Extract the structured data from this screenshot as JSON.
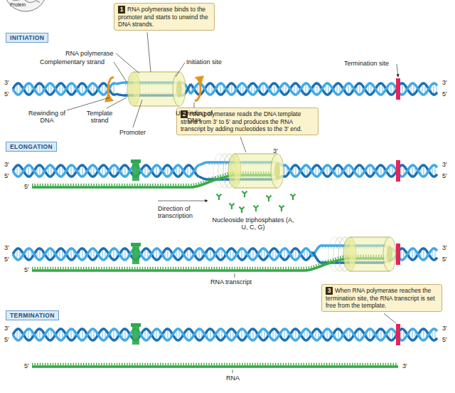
{
  "diagram": {
    "nodes": [
      {
        "text": [
          "1",
          "RNA polymerase binds to the promoter and starts to unwind the DNA strands."
        ]
      },
      {
        "text": [
          "INITIATION"
        ]
      },
      {
        "text": [
          "2",
          "RNA polymerase reads the DNA template strand from 3′ to 5′ and produces the RNA transcript by adding nucleotides to the 3′ end."
        ]
      },
      {
        "text": [
          "ELONGATION"
        ]
      },
      {
        "text": [
          "3",
          "When RNA polymerase reaches the termination site, the RNA transcript is set free from the template."
        ]
      },
      {
        "text": [
          "TERMINATION"
        ]
      }
    ],
    "labels": [
      "Protein",
      "RNA polymerase",
      "Complementary strand",
      "Initiation site",
      "Termination site",
      "3′",
      "5′",
      "3′",
      "5′",
      "Rewinding of DNA",
      "Template strand",
      "Promoter",
      "Unwinding of DNA",
      "3′",
      "5′",
      "3′",
      "3′",
      "5′",
      "5′",
      "Direction of transcription",
      "Nucleoside triphosphates (A, U, C, G)",
      "3′",
      "5′",
      "3′",
      "5′",
      "5′",
      "RNA transcript",
      "3′",
      "5′",
      "3′",
      "5′",
      "5′",
      "RNA",
      "3′"
    ]
  }
}
